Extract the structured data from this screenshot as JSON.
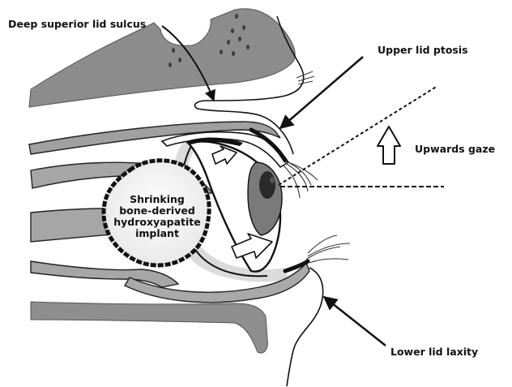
{
  "labels": {
    "deep_sulcus": "Deep superior lid sulcus",
    "ptosis": "Upper lid ptosis",
    "gaze": "Upwards gaze",
    "laxity": "Lower lid laxity",
    "implant_line1": "Shrinking",
    "implant_line2": "bone-derived",
    "implant_line3": "hydroxyapatite",
    "implant_line4": "implant"
  },
  "colors": {
    "bone": "#8e8e8e",
    "muscle": "#9c9c9c",
    "soft_tissue": "#d9d9d9",
    "outline": "#111111"
  }
}
